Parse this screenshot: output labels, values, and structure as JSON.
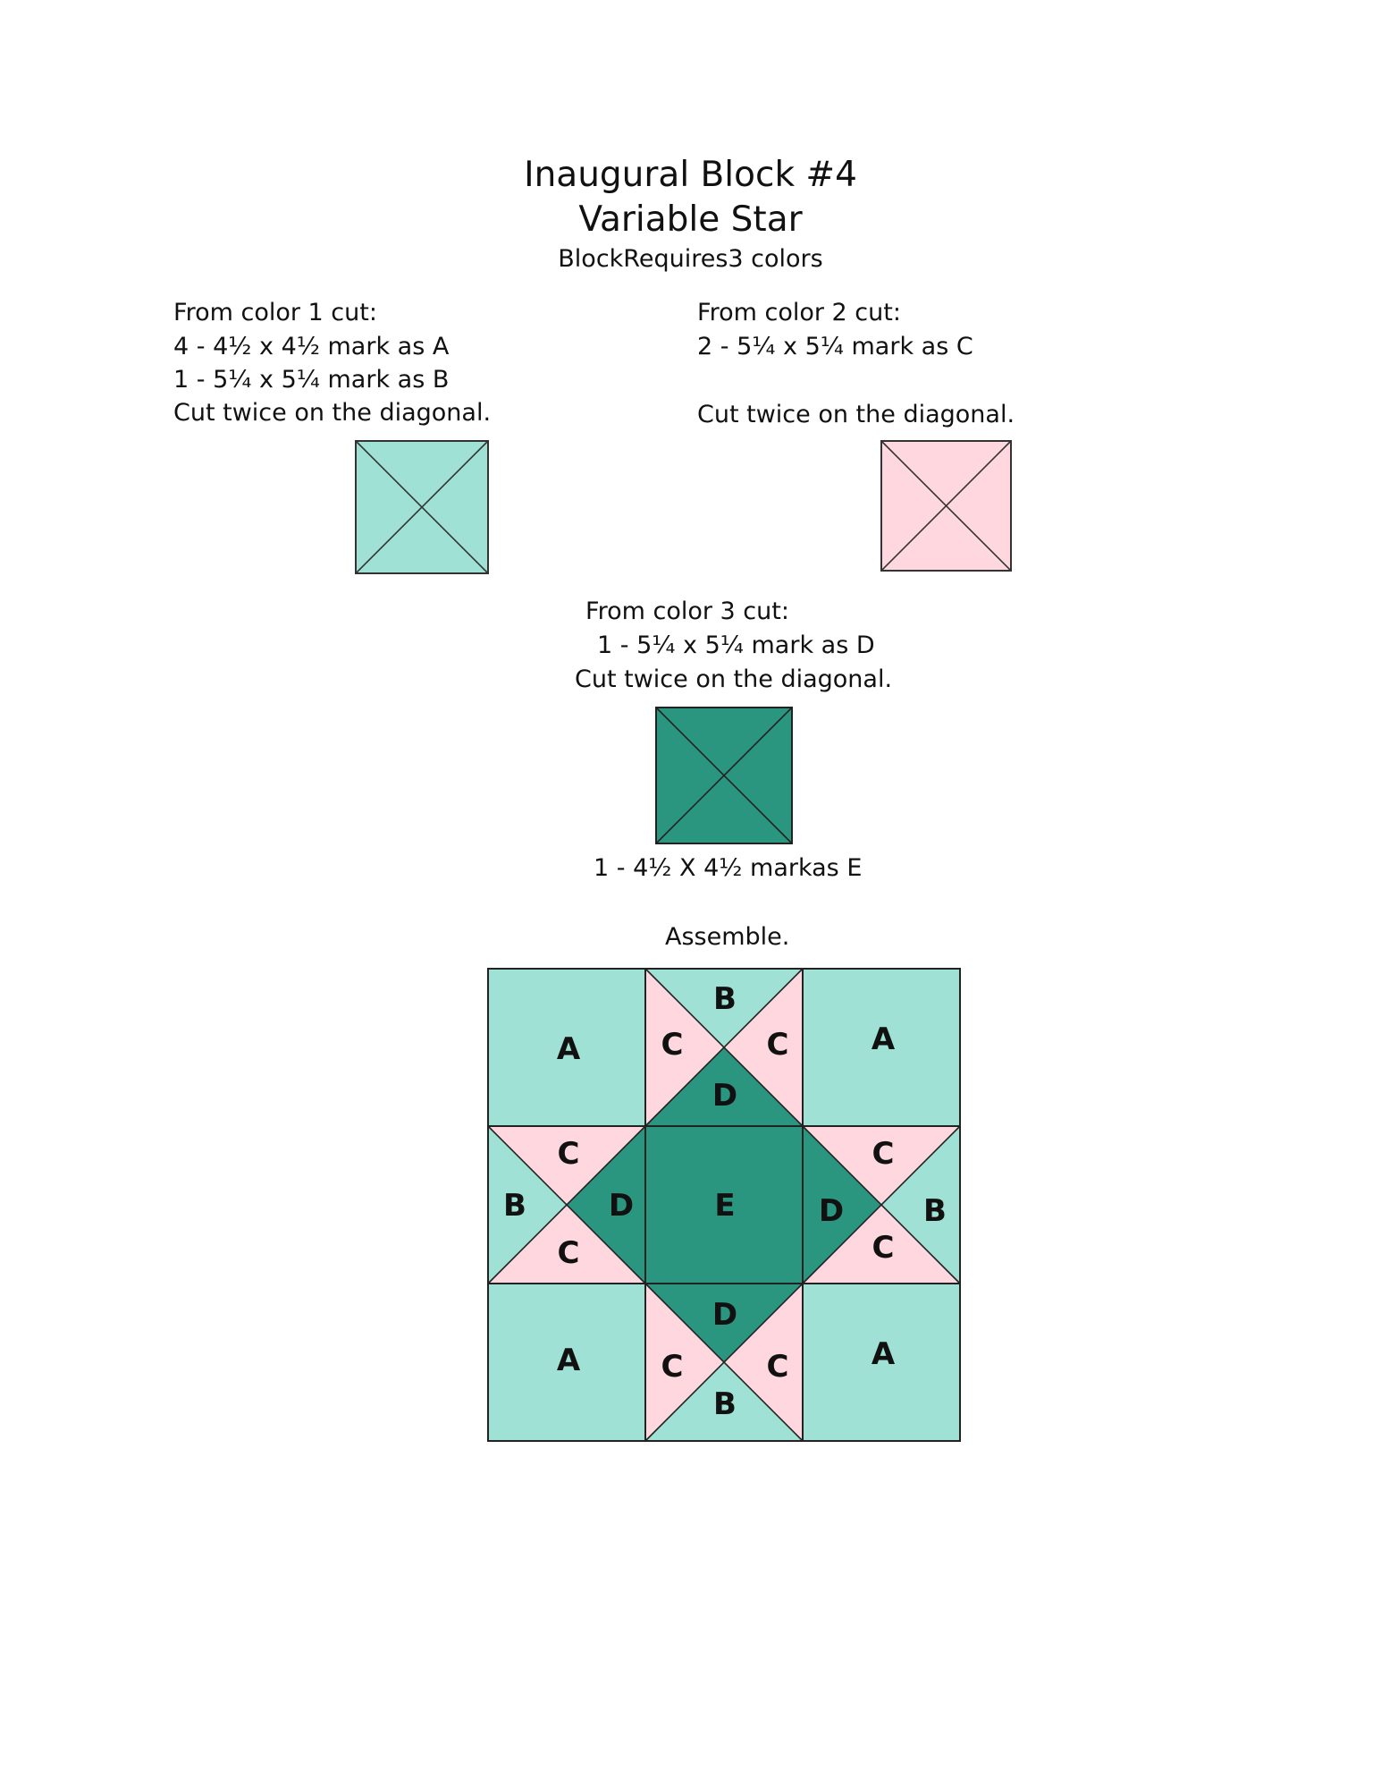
{
  "header": {
    "title": "Inaugural Block #4",
    "subtitle": "Variable Star",
    "requirement": "BlockRequires3 colors"
  },
  "color1": {
    "heading": "From color 1 cut:",
    "line1": "4 - 4½ x 4½ mark as A",
    "line2": "1 - 5¼ x 5¼ mark as B",
    "line3": "Cut twice on the diagonal.",
    "fill": "#9fe1d4"
  },
  "color2": {
    "heading": "From color 2 cut:",
    "line1": "2 - 5¼ x 5¼ mark as C",
    "line2": "Cut twice on the diagonal.",
    "fill": "#ffd7df"
  },
  "color3": {
    "heading": "From color 3 cut:",
    "line1": "1 - 5¼ x 5¼ mark as D",
    "line2": "Cut twice on the diagonal.",
    "line3": "1 - 4½ X 4½ markas E",
    "fill": "#2b9680"
  },
  "assemble": {
    "heading": "Assemble.",
    "labels": {
      "a": "A",
      "b": "B",
      "c": "C",
      "d": "D",
      "e": "E"
    }
  }
}
